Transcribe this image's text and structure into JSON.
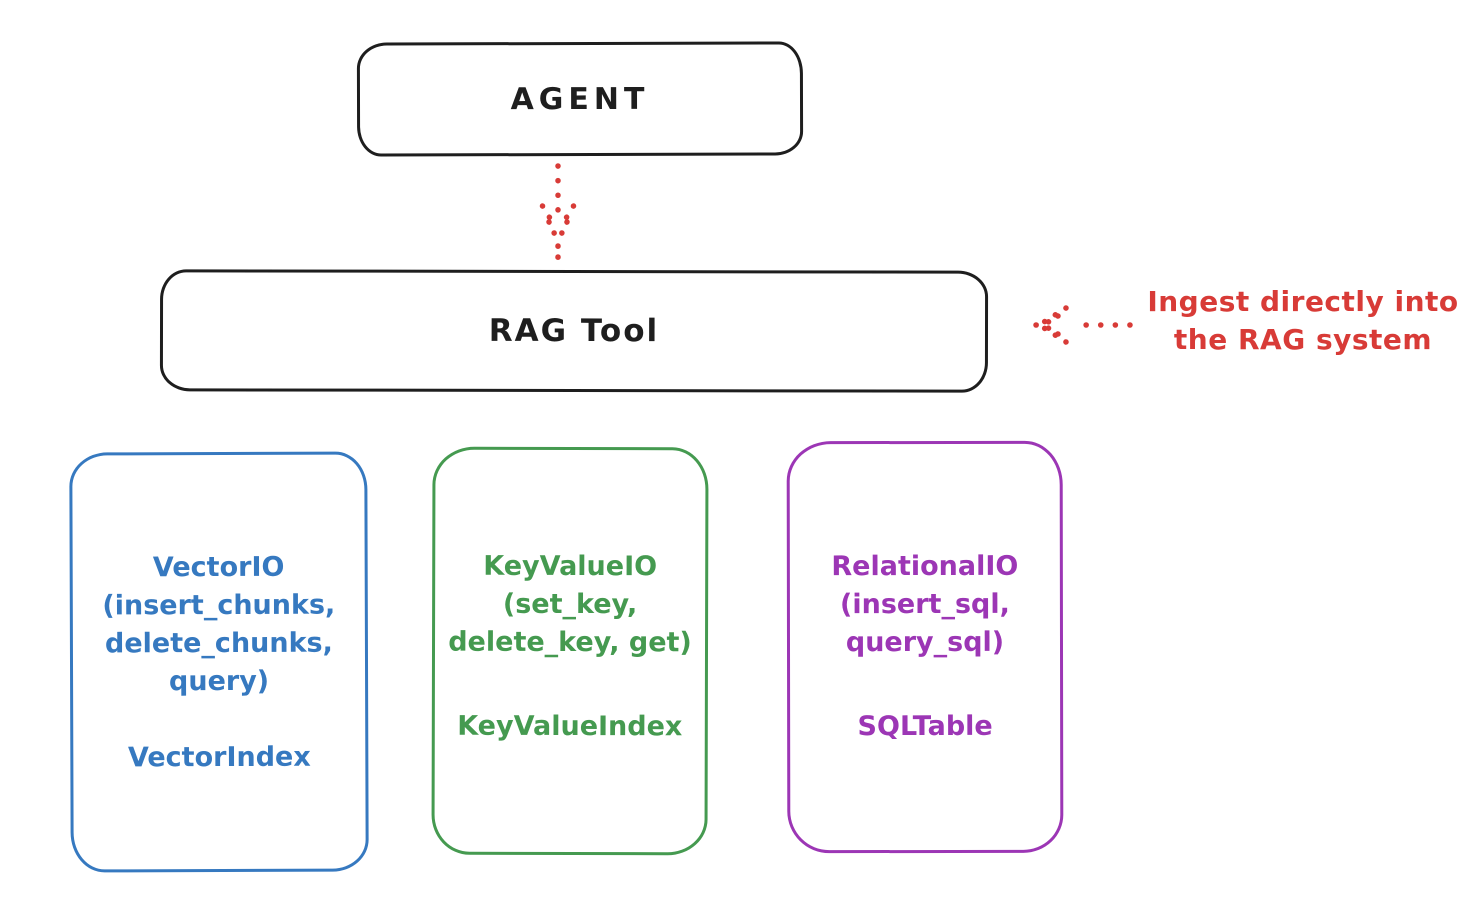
{
  "colors": {
    "stroke": "#1e1e1e",
    "red": "#d83b37",
    "blue": "#3679c0",
    "green": "#459a50",
    "purple": "#9c36b5",
    "background": "#ffffff"
  },
  "agent_box": {
    "label": "AGENT"
  },
  "rag_tool_box": {
    "label": "RAG Tool"
  },
  "annotation": {
    "line1": "Ingest directly into",
    "line2": "the RAG system"
  },
  "arrows": [
    {
      "name": "agent-to-rag-dotted-arrow",
      "style": "dotted",
      "direction": "down",
      "color": "#d83b37"
    },
    {
      "name": "annotation-to-rag-dotted-arrow",
      "style": "dotted",
      "direction": "left",
      "color": "#d83b37"
    }
  ],
  "backend_boxes": [
    {
      "color": "#3679c0",
      "lines": [
        "VectorIO",
        "(insert_chunks,",
        "delete_chunks,",
        "query)"
      ],
      "index_label": "VectorIndex"
    },
    {
      "color": "#459a50",
      "lines": [
        "KeyValueIO",
        "(set_key,",
        "delete_key, get)"
      ],
      "index_label": "KeyValueIndex"
    },
    {
      "color": "#9c36b5",
      "lines": [
        "RelationalIO",
        "(insert_sql,",
        "query_sql)"
      ],
      "index_label": "SQLTable"
    }
  ]
}
